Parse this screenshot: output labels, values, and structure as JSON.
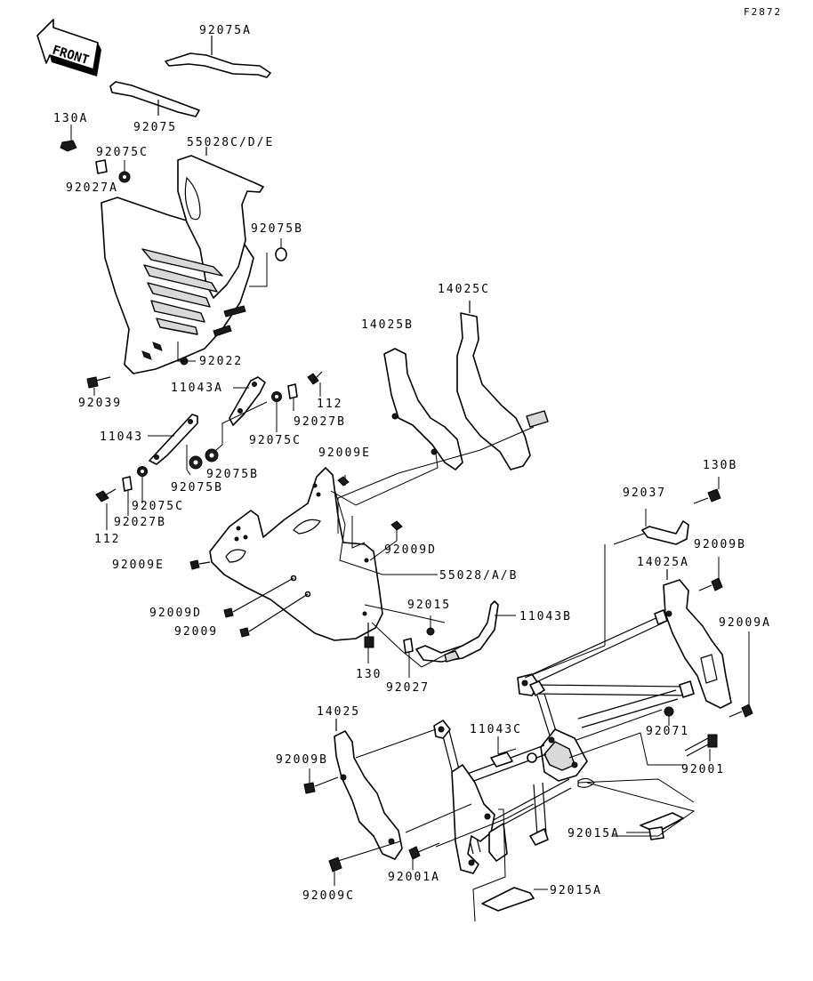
{
  "figure_ref": "F2872",
  "front_arrow": "FRONT",
  "labels": {
    "p92075A": "92075A",
    "p92075": "92075",
    "p130A": "130A",
    "p92075C_top": "92075C",
    "p92027A": "92027A",
    "p55028CDE": "55028C/D/E",
    "p92075B_top": "92075B",
    "p92022": "92022",
    "p92039": "92039",
    "p14025C": "14025C",
    "p14025B": "14025B",
    "p11043A": "11043A",
    "p112_top": "112",
    "p92027B_top": "92027B",
    "p92075C_mid": "92075C",
    "p11043": "11043",
    "p92075B_mid": "92075B",
    "p92075B_low": "92075B",
    "p92075C_low": "92075C",
    "p112_low": "112",
    "p92027B_low": "92027B",
    "p92009E_top": "92009E",
    "p92009E_left": "92009E",
    "p92009D_mid": "92009D",
    "p55028AB": "55028/A/B",
    "p92009D_left": "92009D",
    "p92009": "92009",
    "p92015": "92015",
    "p11043B": "11043B",
    "p130": "130",
    "p92027": "92027",
    "p130B": "130B",
    "p92037": "92037",
    "p92009B_right": "92009B",
    "p14025A": "14025A",
    "p92009A": "92009A",
    "p14025": "14025",
    "p11043C": "11043C",
    "p92071": "92071",
    "p92009B_left": "92009B",
    "p92001": "92001",
    "p92015A_right": "92015A",
    "p92001A": "92001A",
    "p92009C": "92009C",
    "p92015A_bottom": "92015A"
  }
}
